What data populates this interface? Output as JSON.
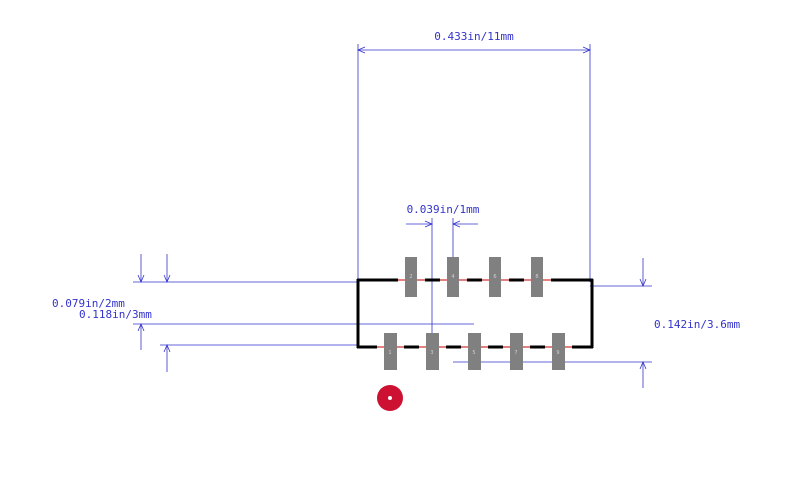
{
  "dimensions": {
    "width": "0.433in/11mm",
    "pitch": "0.039in/1mm",
    "pad_row_spacing": "0.079in/2mm",
    "pad_length": "0.118in/3mm",
    "height": "0.142in/3.6mm"
  },
  "pads": {
    "top": [
      "2",
      "4",
      "6",
      "8"
    ],
    "bottom": [
      "1",
      "3",
      "5",
      "7",
      "9"
    ]
  },
  "colors": {
    "dimension": "#3333cc",
    "pad": "#808080",
    "outline": "#000000",
    "courtyard": "#cc0000",
    "pin1_marker": "#cc1133"
  }
}
